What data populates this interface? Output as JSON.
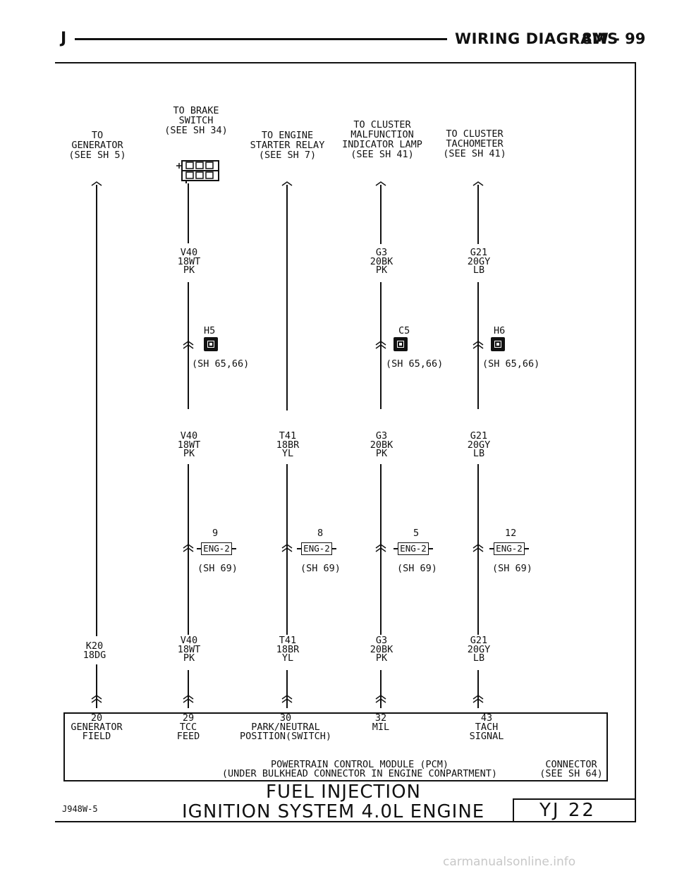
{
  "header": {
    "letter": "J",
    "title": "WIRING DIAGRAMS",
    "page": "8W - 99"
  },
  "destinations": [
    {
      "lines": [
        "TO",
        "GENERATOR",
        "(SEE SH 5)"
      ]
    },
    {
      "lines": [
        "TO BRAKE",
        "SWITCH",
        "(SEE SH 34)"
      ]
    },
    {
      "lines": [
        "TO ENGINE",
        "STARTER RELAY",
        "(SEE SH 7)"
      ]
    },
    {
      "lines": [
        "TO CLUSTER",
        "MALFUNCTION",
        "INDICATOR LAMP",
        "(SEE SH 41)"
      ]
    },
    {
      "lines": [
        "TO CLUSTER",
        "TACHOMETER",
        "(SEE SH 41)"
      ]
    }
  ],
  "wire_labels": {
    "v40": [
      "V40",
      "18WT",
      "PK"
    ],
    "g3": [
      "G3",
      "20BK",
      "PK"
    ],
    "g21": [
      "G21",
      "20GY",
      "LB"
    ],
    "t41": [
      "T41",
      "18BR",
      "YL"
    ],
    "k20": [
      "K20",
      "18DG"
    ]
  },
  "splices": [
    {
      "id": "H5",
      "ref": "(SH 65,66)"
    },
    {
      "id": "C5",
      "ref": "(SH 65,66)"
    },
    {
      "id": "H6",
      "ref": "(SH 65,66)"
    }
  ],
  "eng_connectors": [
    {
      "pin": "9",
      "name": "ENG-2",
      "ref": "(SH 69)"
    },
    {
      "pin": "8",
      "name": "ENG-2",
      "ref": "(SH 69)"
    },
    {
      "pin": "5",
      "name": "ENG-2",
      "ref": "(SH 69)"
    },
    {
      "pin": "12",
      "name": "ENG-2",
      "ref": "(SH 69)"
    }
  ],
  "pcm_pins": [
    {
      "num": "20",
      "lines": [
        "GENERATOR",
        "FIELD"
      ]
    },
    {
      "num": "29",
      "lines": [
        "TCC",
        "FEED"
      ]
    },
    {
      "num": "30",
      "lines": [
        "PARK/NEUTRAL",
        "POSITION(SWITCH)"
      ]
    },
    {
      "num": "32",
      "lines": [
        "MIL"
      ]
    },
    {
      "num": "43",
      "lines": [
        "TACH",
        "SIGNAL"
      ]
    }
  ],
  "pcm": {
    "name": "POWERTRAIN CONTROL MODULE (PCM)",
    "location": "(UNDER BULKHEAD CONNECTOR IN ENGINE CONPARTMENT)",
    "connector_label": "CONNECTOR",
    "connector_ref": "(SEE SH 64)"
  },
  "footer": {
    "figure_id": "J948W-5",
    "title_line1": "FUEL INJECTION",
    "title_line2": "IGNITION SYSTEM 4.0L ENGINE",
    "identifier": "YJ 22"
  },
  "watermark": "carmanualsonline.info"
}
